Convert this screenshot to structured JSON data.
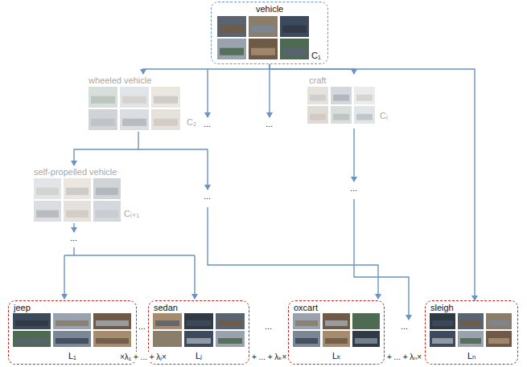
{
  "diagram": {
    "nodes": [
      {
        "text": [
          "vehicle",
          "C₁"
        ]
      },
      {
        "text": [
          "wheeled vehicle",
          "C₂"
        ]
      },
      {
        "text": [
          "craft",
          "Cᵢ"
        ]
      },
      {
        "text": [
          "self-propelled vehicle",
          "Cᵢ₊₁"
        ]
      },
      {
        "text": [
          "jeep",
          "L₁"
        ]
      },
      {
        "text": [
          "sedan",
          "Lⱼ"
        ]
      },
      {
        "text": [
          "oxcart",
          "Lₖ"
        ]
      },
      {
        "text": [
          "sleigh",
          "Lₙ"
        ]
      }
    ],
    "edges": [
      {
        "from": 0,
        "to": 1,
        "arrow": "to"
      },
      {
        "from": 0,
        "to": 2,
        "arrow": "to"
      },
      {
        "from": 0,
        "to": 7,
        "arrow": "to"
      },
      {
        "from": 1,
        "to": 3,
        "arrow": "to"
      }
    ],
    "labels": [
      "...",
      "...",
      "...",
      "...",
      "...",
      "...",
      "...",
      "...",
      "×λ₁ + ... + λⱼ×",
      "+ ... + λₖ×",
      "+ ... + λₙ×"
    ]
  }
}
